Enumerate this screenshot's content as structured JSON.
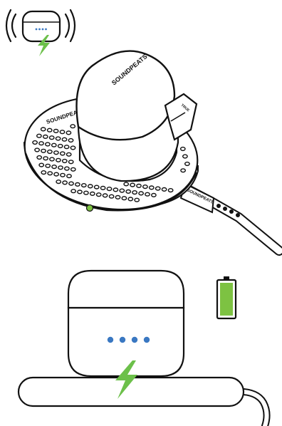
{
  "illustration": {
    "case_brand_text": "SOUNDPEATS",
    "pad_brand_text": "SOUNDPEATS",
    "cable_brand_text": "SOUNDPEATS",
    "case_small_text": "TRUE",
    "colors": {
      "outline": "#111111",
      "led_dots": "#3a78c2",
      "charge_bolt": "#6cc04a",
      "pad_indicator": "#7dc242",
      "battery_fill": "#7dc242"
    },
    "icons": [
      "wireless-charging-icon",
      "lightning-bolt-icon",
      "battery-full-icon"
    ],
    "case_led_dot_count": 4,
    "battery_level": 1.0
  }
}
